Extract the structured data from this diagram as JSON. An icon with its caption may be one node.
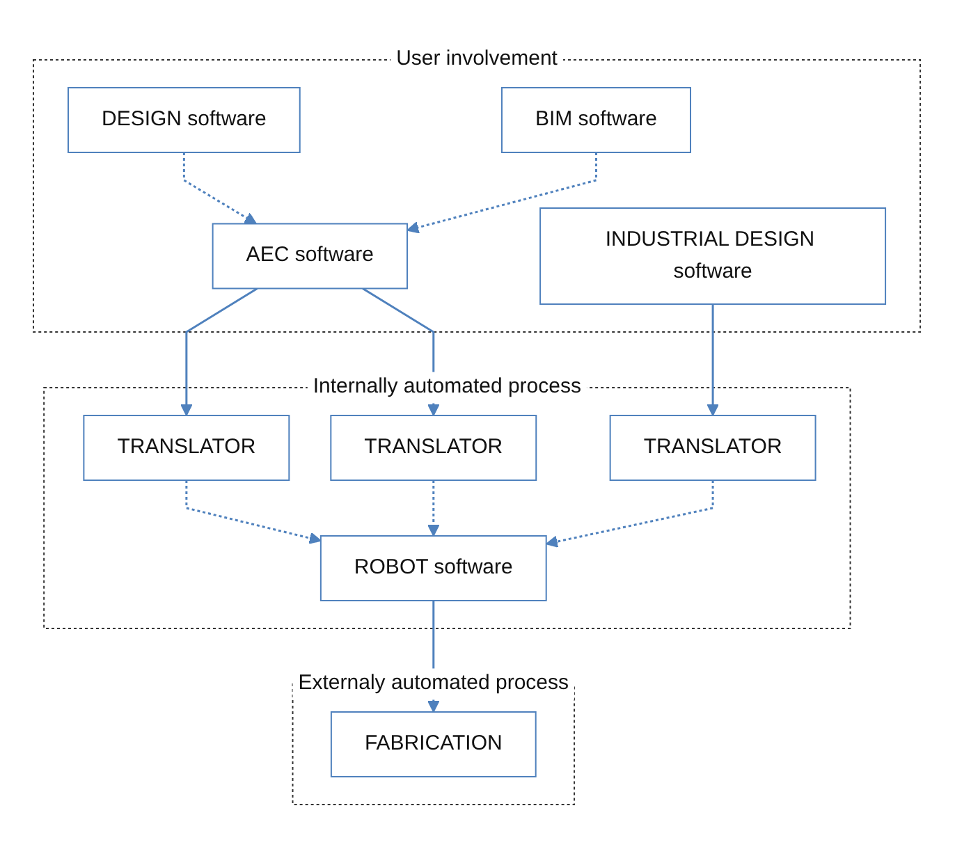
{
  "diagram": {
    "nodes": [
      {
        "text": [
          "User involvement"
        ]
      },
      {
        "text": [
          "DESIGN software"
        ],
        "in": 0
      },
      {
        "text": [
          "BIM software"
        ],
        "in": 0
      },
      {
        "text": [
          "AEC software"
        ],
        "in": 0
      },
      {
        "text": [
          "INDUSTRIAL DESIGN software"
        ],
        "in": 0
      },
      {
        "text": [
          "Internally automated process"
        ]
      },
      {
        "text": [
          "TRANSLATOR"
        ],
        "in": 5
      },
      {
        "text": [
          "TRANSLATOR"
        ],
        "in": 5
      },
      {
        "text": [
          "TRANSLATOR"
        ],
        "in": 5
      },
      {
        "text": [
          "ROBOT software"
        ],
        "in": 5
      },
      {
        "text": [
          "Externaly automated process"
        ]
      },
      {
        "text": [
          "FABRICATION"
        ],
        "in": 10
      }
    ],
    "edges": [
      {
        "from": 1,
        "to": 3,
        "arrow": "to",
        "style": "dashed"
      },
      {
        "from": 2,
        "to": 3,
        "arrow": "to",
        "style": "dashed"
      },
      {
        "from": 3,
        "to": 6,
        "arrow": "to"
      },
      {
        "from": 3,
        "to": 7,
        "arrow": "to"
      },
      {
        "from": 4,
        "to": 8,
        "arrow": "to"
      },
      {
        "from": 6,
        "to": 9,
        "arrow": "to",
        "style": "dashed"
      },
      {
        "from": 7,
        "to": 9,
        "arrow": "to",
        "style": "dashed"
      },
      {
        "from": 8,
        "to": 9,
        "arrow": "to",
        "style": "dashed"
      },
      {
        "from": 9,
        "to": 11,
        "arrow": "to"
      }
    ]
  }
}
